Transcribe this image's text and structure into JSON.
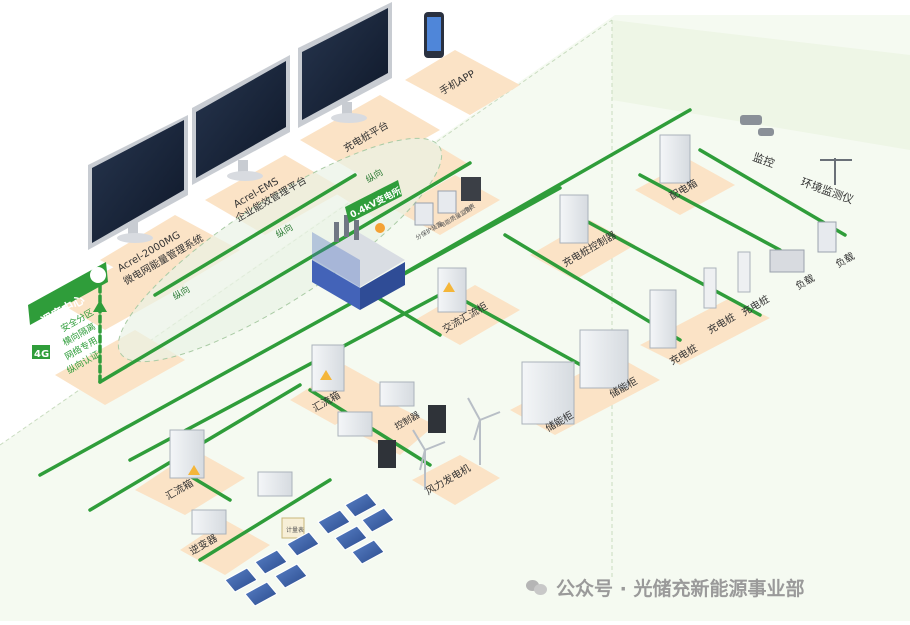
{
  "platforms": {
    "zhiwei": [
      "Acrel-2000MG",
      "微电网能量管理系统"
    ],
    "ems": [
      "Acrel-EMS",
      "企业能效管理平台"
    ],
    "charging_platform": "充电桩平台",
    "mobile_app": "手机APP"
  },
  "dispatch": {
    "title": "调度中心",
    "features": [
      "安全分区",
      "横向隔离",
      "网络专用",
      "纵向认证"
    ],
    "network_badge": "4G"
  },
  "links": {
    "top": "纵向",
    "mid": "纵向",
    "low": "纵向"
  },
  "substation": {
    "title": "0.4kV变电所",
    "devices": [
      "分保护装置",
      "电能质量监测",
      "电表"
    ]
  },
  "equipment": {
    "ac_cabinet": "交流汇流柜",
    "charging_controller": "充电桩控制器",
    "power_cabinet": "配电箱",
    "combiner_upper": "汇流箱",
    "combiner_lower": "汇流箱",
    "controller": "控制器",
    "wind_turbine": "风力发电机",
    "energy_storage": "储能柜",
    "energy_storage2": "储能柜",
    "charger1": "充电桩",
    "charger2": "充电桩",
    "charger3": "充电桩",
    "load1": "负载",
    "load2": "负载",
    "inverter": "逆变器",
    "meter": "计量表"
  },
  "monitoring": {
    "camera": "监控",
    "env": "环境监测仪"
  },
  "watermark": "公众号 · 光储充新能源事业部",
  "colors": {
    "bus_green": "#2f9d3a",
    "pad_peach": "#fbe3c6",
    "cabinet_gray": "#e3e6ea",
    "monitor_dark": "#1b2537",
    "watermark_gray": "#9a9a9a"
  }
}
